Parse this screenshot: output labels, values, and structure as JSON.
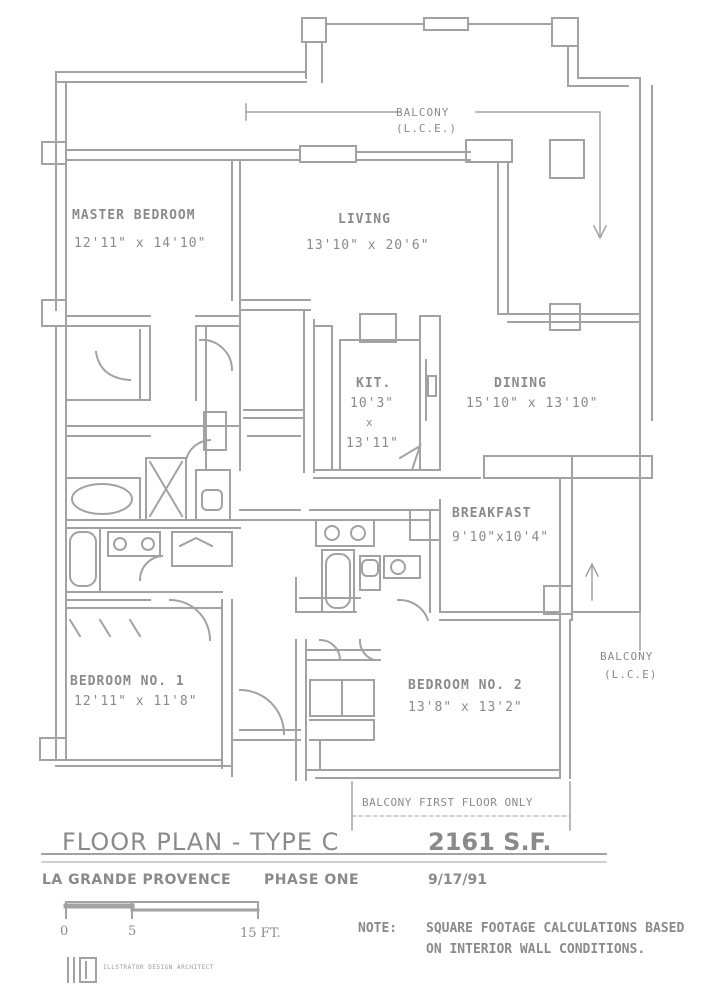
{
  "rooms": {
    "master_bedroom": {
      "name": "MASTER BEDROOM",
      "dims": "12'11\" x 14'10\""
    },
    "living": {
      "name": "LIVING",
      "dims": "13'10\" x 20'6\""
    },
    "kitchen": {
      "name": "KIT.",
      "dim1": "10'3\"",
      "x": "x",
      "dim2": "13'11\""
    },
    "dining": {
      "name": "DINING",
      "dims": "15'10\" x 13'10\""
    },
    "breakfast": {
      "name": "BREAKFAST",
      "dims": "9'10\"x10'4\""
    },
    "bedroom1": {
      "name": "BEDROOM NO. 1",
      "dims": "12'11\" x 11'8\""
    },
    "bedroom2": {
      "name": "BEDROOM NO. 2",
      "dims": "13'8\" x 13'2\""
    }
  },
  "balconies": {
    "top": {
      "line1": "BALCONY",
      "line2": "(L.C.E.)"
    },
    "right": {
      "line1": "BALCONY",
      "line2": "(L.C.E)"
    },
    "first_floor": "BALCONY FIRST FLOOR ONLY"
  },
  "title_block": {
    "title": "FLOOR PLAN - TYPE C",
    "square_feet": "2161 S.F.",
    "project": "LA GRANDE PROVENCE",
    "phase": "PHASE ONE",
    "date": "9/17/91",
    "note_label": "NOTE:",
    "note_text": "SQUARE FOOTAGE CALCULATIONS BASED ON INTERIOR WALL CONDITIONS.",
    "scale_labels": [
      "0",
      "5",
      "15 FT."
    ],
    "architect_text": "ILLSTRATOR DESIGN ARCHITECT"
  },
  "colors": {
    "linework": "#9a9a9a",
    "text": "#8a8a8a",
    "paper": "#ffffff"
  }
}
